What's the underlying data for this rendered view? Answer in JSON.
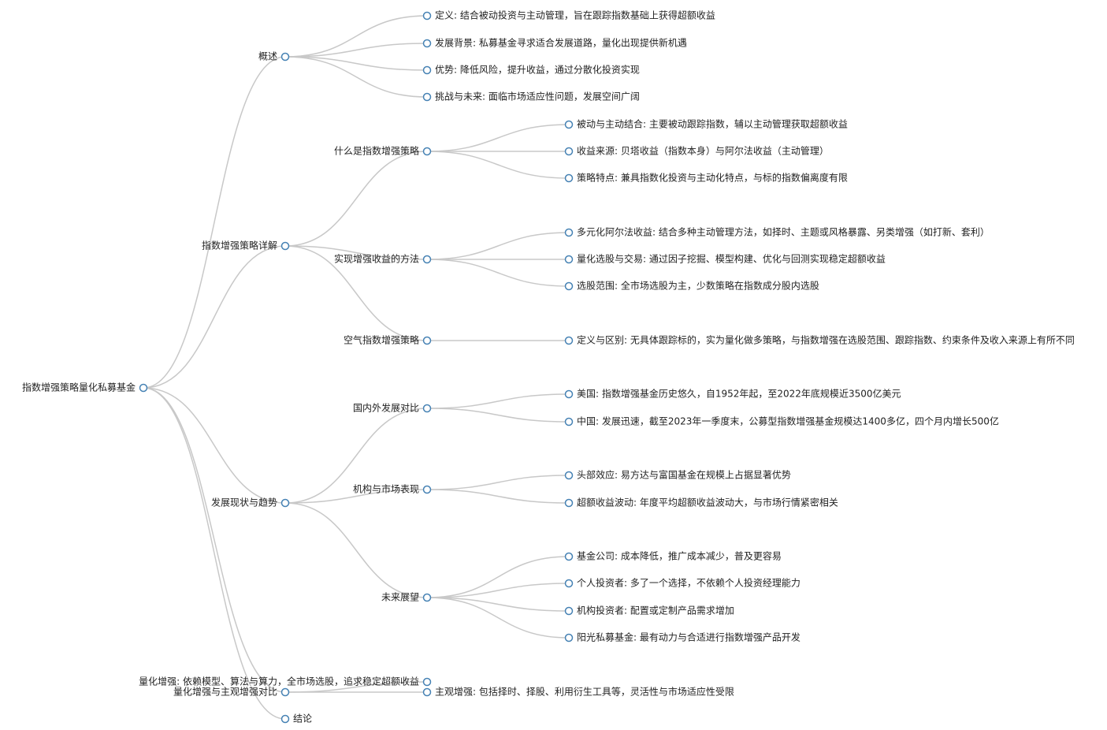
{
  "mindmap": {
    "root": {
      "label": "指数增强策略量化私募基金",
      "children": [
        {
          "label": "概述",
          "children": [
            {
              "label": "定义: 结合被动投资与主动管理，旨在跟踪指数基础上获得超额收益"
            },
            {
              "label": "发展背景: 私募基金寻求适合发展道路，量化出现提供新机遇"
            },
            {
              "label": "优势: 降低风险，提升收益，通过分散化投资实现"
            },
            {
              "label": "挑战与未来: 面临市场适应性问题，发展空间广阔"
            }
          ]
        },
        {
          "label": "指数增强策略详解",
          "children": [
            {
              "label": "什么是指数增强策略",
              "children": [
                {
                  "label": "被动与主动结合: 主要被动跟踪指数，辅以主动管理获取超额收益"
                },
                {
                  "label": "收益来源: 贝塔收益（指数本身）与阿尔法收益（主动管理）"
                },
                {
                  "label": "策略特点: 兼具指数化投资与主动化特点，与标的指数偏离度有限"
                }
              ]
            },
            {
              "label": "实现增强收益的方法",
              "children": [
                {
                  "label": "多元化阿尔法收益: 结合多种主动管理方法，如择时、主题或风格暴露、另类增强（如打新、套利）"
                },
                {
                  "label": "量化选股与交易: 通过因子挖掘、模型构建、优化与回测实现稳定超额收益"
                },
                {
                  "label": "选股范围: 全市场选股为主，少数策略在指数成分股内选股"
                }
              ]
            },
            {
              "label": "空气指数增强策略",
              "children": [
                {
                  "label": "定义与区别: 无具体跟踪标的，实为量化做多策略，与指数增强在选股范围、跟踪指数、约束条件及收入来源上有所不同"
                }
              ]
            }
          ]
        },
        {
          "label": "发展现状与趋势",
          "children": [
            {
              "label": "国内外发展对比",
              "children": [
                {
                  "label": "美国: 指数增强基金历史悠久，自1952年起，至2022年底规模近3500亿美元"
                },
                {
                  "label": "中国: 发展迅速，截至2023年一季度末，公募型指数增强基金规模达1400多亿，四个月内增长500亿"
                }
              ]
            },
            {
              "label": "机构与市场表现",
              "children": [
                {
                  "label": "头部效应: 易方达与富国基金在规模上占据显著优势"
                },
                {
                  "label": "超额收益波动: 年度平均超额收益波动大，与市场行情紧密相关"
                }
              ]
            },
            {
              "label": "未来展望",
              "children": [
                {
                  "label": "基金公司: 成本降低，推广成本减少，普及更容易"
                },
                {
                  "label": "个人投资者: 多了一个选择，不依赖个人投资经理能力"
                },
                {
                  "label": "机构投资者: 配置或定制产品需求增加"
                },
                {
                  "label": "阳光私募基金: 最有动力与合适进行指数增强产品开发"
                }
              ]
            }
          ]
        },
        {
          "label": "量化增强与主观增强对比",
          "children": [
            {
              "label": "量化增强: 依赖模型、算法与算力，全市场选股，追求稳定超额收益"
            },
            {
              "label": "主观增强: 包括择时、择股、利用衍生工具等，灵活性与市场适应性受限"
            }
          ]
        },
        {
          "label": "结论"
        }
      ]
    }
  }
}
